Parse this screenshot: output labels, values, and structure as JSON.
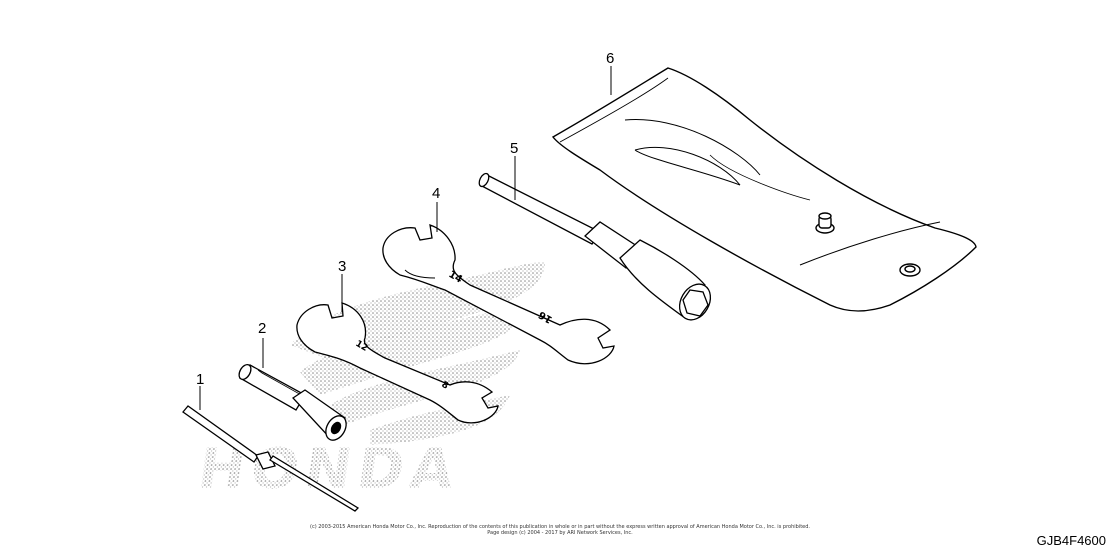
{
  "diagram": {
    "watermark": "HONDA",
    "callouts": [
      "1",
      "2",
      "3",
      "4",
      "5",
      "6"
    ],
    "parts": [
      {
        "number": "1",
        "icon": "screwdriver-icon"
      },
      {
        "number": "2",
        "icon": "socket-handle-icon"
      },
      {
        "number": "3",
        "icon": "open-end-wrench-small-icon"
      },
      {
        "number": "4",
        "icon": "open-end-wrench-large-icon"
      },
      {
        "number": "5",
        "icon": "spark-plug-wrench-icon"
      },
      {
        "number": "6",
        "icon": "tool-bag-icon"
      }
    ],
    "wrench_3_marks": [
      "12",
      "8"
    ],
    "wrench_4_marks": [
      "14",
      "16"
    ]
  },
  "footer": {
    "copyright_line_1": "(c) 2003-2015 American Honda Motor Co., Inc. Reproduction of the contents of this publication in whole or in part without the express written approval of American Honda Motor Co., Inc. is prohibited.",
    "copyright_line_2": "Page design (c) 2004 - 2017 by ARI Network Services, Inc.",
    "diagram_code": "GJB4F4600"
  }
}
